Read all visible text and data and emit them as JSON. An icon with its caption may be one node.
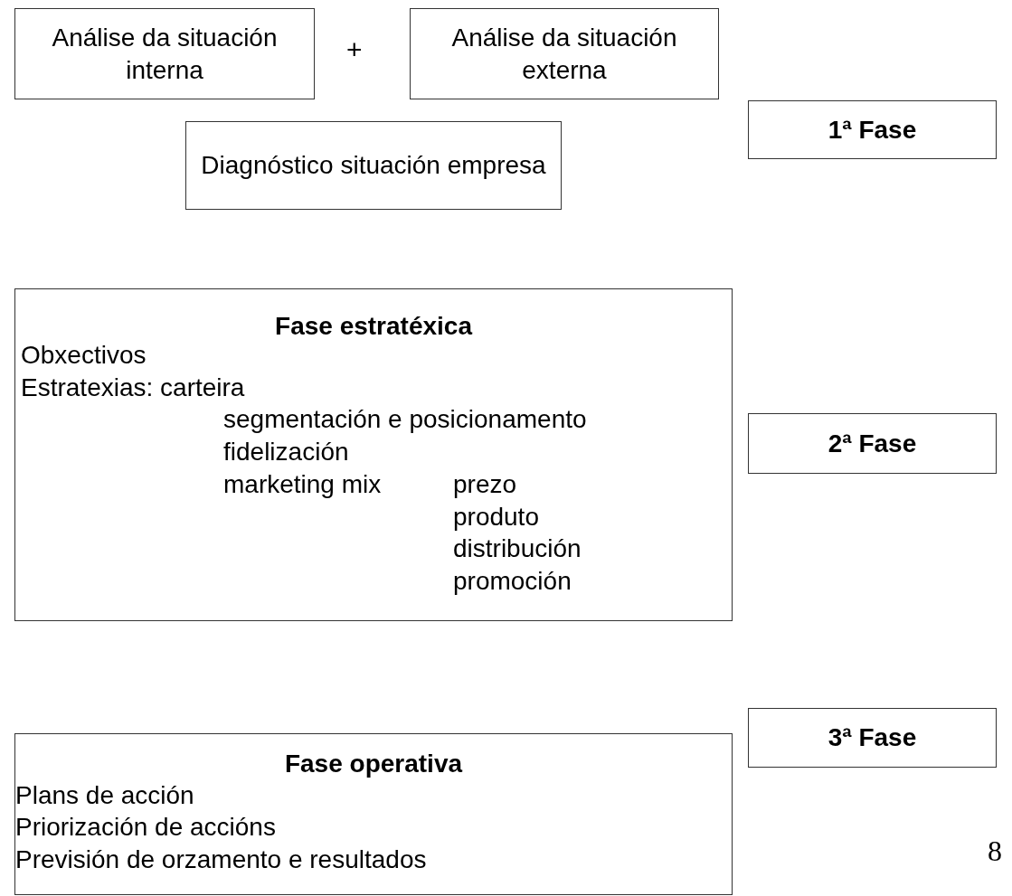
{
  "diagram": {
    "nodes": [
      {
        "text": [
          "Análise da situación interna"
        ]
      },
      {
        "text": [
          "Análise da situación externa"
        ]
      },
      {
        "text": [
          "Diagnóstico situación empresa"
        ]
      },
      {
        "text": [
          "1ª Fase"
        ]
      },
      {
        "text": [
          "Fase estratéxica",
          "Obxectivos",
          "Estratexias: carteira",
          "segmentación e posicionamento",
          "fidelización",
          "marketing mix",
          "prezo",
          "produto",
          "distribución",
          "promoción"
        ]
      },
      {
        "text": [
          "2ª Fase"
        ]
      },
      {
        "text": [
          "Fase operativa",
          "Plans de acción",
          "Priorización de accións",
          "Previsión de orzamento e resultados"
        ]
      },
      {
        "text": [
          "3ª Fase"
        ]
      }
    ],
    "labels": [
      "+",
      "8"
    ]
  }
}
